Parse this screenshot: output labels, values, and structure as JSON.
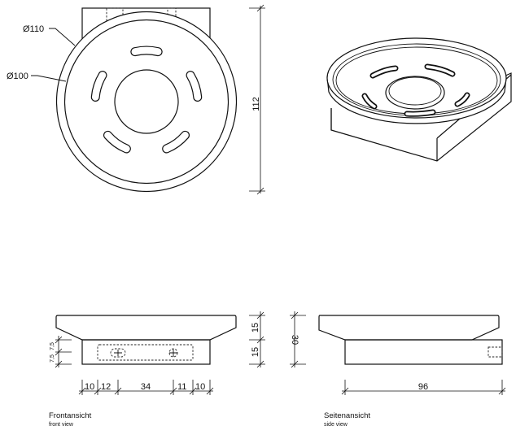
{
  "top_view": {
    "outer_diameter_label": "Ø110",
    "inner_diameter_label": "Ø100",
    "height_dimension": "112"
  },
  "front_view": {
    "title": "Frontansicht",
    "subtitle": "front view",
    "left_dimensions": [
      "7,5",
      "7,5"
    ],
    "right_dimensions": [
      "15",
      "15"
    ],
    "bottom_dimensions": [
      "10",
      "12",
      "34",
      "11",
      "10"
    ]
  },
  "side_view": {
    "title": "Seitenansicht",
    "subtitle": "side view",
    "height_dimension": "30",
    "width_dimension": "96"
  }
}
